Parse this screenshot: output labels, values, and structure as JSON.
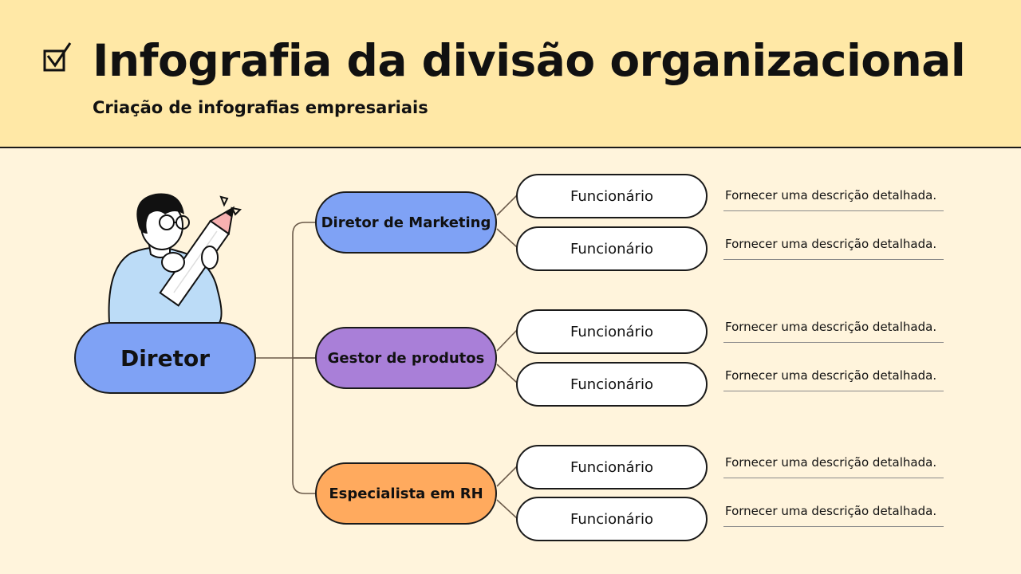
{
  "header": {
    "title": "Infografia da divisão organizacional",
    "subtitle": "Criação de infografias empresariais",
    "icon": "checkbox-icon",
    "background": "#ffe8a6"
  },
  "diagram": {
    "root": {
      "label": "Diretor",
      "color": "#7fa2f5"
    },
    "branches": [
      {
        "label": "Diretor de Marketing",
        "color": "#7fa2f5",
        "employees": [
          {
            "label": "Funcionário",
            "description": "Fornecer uma descrição detalhada."
          },
          {
            "label": "Funcionário",
            "description": "Fornecer uma descrição detalhada."
          }
        ]
      },
      {
        "label": "Gestor de produtos",
        "color": "#a97fd8",
        "employees": [
          {
            "label": "Funcionário",
            "description": "Fornecer uma descrição detalhada."
          },
          {
            "label": "Funcionário",
            "description": "Fornecer uma descrição detalhada."
          }
        ]
      },
      {
        "label": "Especialista em RH",
        "color": "#ffaa5e",
        "employees": [
          {
            "label": "Funcionário",
            "description": "Fornecer uma descrição detalhada."
          },
          {
            "label": "Funcionário",
            "description": "Fornecer uma descrição detalhada."
          }
        ]
      }
    ]
  },
  "illustration": {
    "icon": "person-with-pencil-icon"
  }
}
